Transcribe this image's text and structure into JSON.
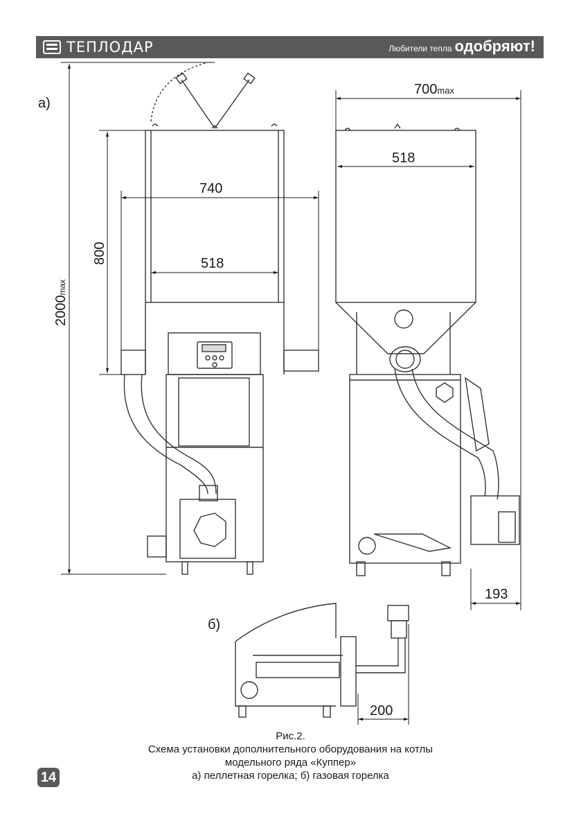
{
  "header": {
    "logo_text": "ТЕПЛОДАР",
    "slogan_small": "Любители тепла",
    "slogan_big": "одобряют!"
  },
  "figure": {
    "label_a": "а)",
    "label_b": "б)",
    "dimensions": {
      "total_height": "2000",
      "total_height_suffix": "max",
      "hopper_height": "800",
      "hopper_outer_width": "740",
      "hopper_inner_width_front": "518",
      "side_width": "700",
      "side_width_suffix": "max",
      "hopper_inner_width_side": "518",
      "pellet_burner_protrusion": "193",
      "gas_burner_protrusion": "200"
    }
  },
  "caption": {
    "line1": "Рис.2.",
    "line2": "Схема установки дополнительного оборудования на котлы",
    "line3": "модельного ряда «Куппер»",
    "line4": "а) пеллетная горелка; б) газовая горелка"
  },
  "page_number": "14"
}
